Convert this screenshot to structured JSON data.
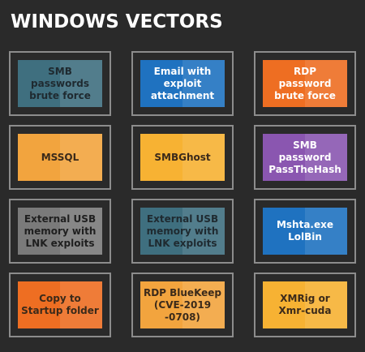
{
  "title": "WINDOWS VECTORS",
  "colors": {
    "background": "#2a2a2a",
    "frame_border": "#8c8c8c",
    "dark_text": "#3b2a1a"
  },
  "tiles": [
    {
      "label": "SMB\npasswords\nbrute force",
      "color": "#3f6f7f",
      "text_color": "#1f2a30"
    },
    {
      "label": "Email with\nexploit\nattachment",
      "color": "#1f72c0",
      "text_color": "#ffffff"
    },
    {
      "label": "RDP\npassword\nbrute force",
      "color": "#ee6e22",
      "text_color": "#ffffff"
    },
    {
      "label": "MSSQL",
      "color": "#f2a43e",
      "text_color": "#3b2a1a"
    },
    {
      "label": "SMBGhost",
      "color": "#f7b233",
      "text_color": "#3b2a1a"
    },
    {
      "label": "SMB\npassword\nPassTheHash",
      "color": "#8a56b0",
      "text_color": "#ffffff"
    },
    {
      "label": "External USB\nmemory with\nLNK exploits",
      "color": "#7a7a7a",
      "text_color": "#1f1f1f"
    },
    {
      "label": "External USB\nmemory with\nLNK exploits",
      "color": "#3f6f7f",
      "text_color": "#1f2a30"
    },
    {
      "label": "Mshta.exe\nLolBin",
      "color": "#1f72c0",
      "text_color": "#ffffff"
    },
    {
      "label": "Copy to\nStartup folder",
      "color": "#ee6e22",
      "text_color": "#3b2a1a"
    },
    {
      "label": "RDP BlueKeep\n(CVE-2019\n-0708)",
      "color": "#f2a43e",
      "text_color": "#3b2a1a"
    },
    {
      "label": "XMRig or\nXmr-cuda",
      "color": "#f7b233",
      "text_color": "#3b2a1a"
    }
  ]
}
